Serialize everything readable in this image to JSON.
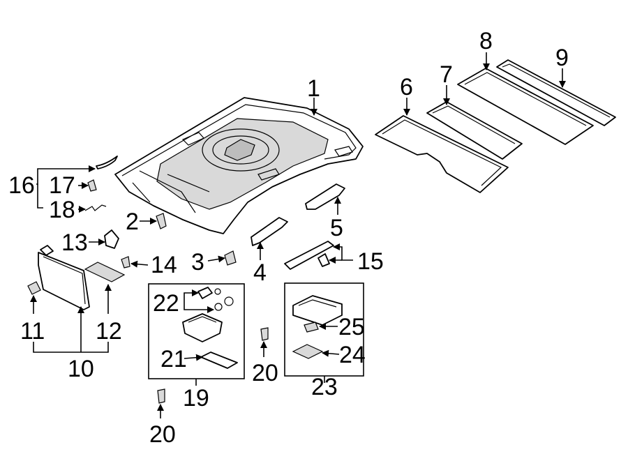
{
  "callouts": {
    "c1": "1",
    "c2": "2",
    "c3": "3",
    "c4": "4",
    "c5": "5",
    "c6": "6",
    "c7": "7",
    "c8": "8",
    "c9": "9",
    "c10": "10",
    "c11": "11",
    "c12": "12",
    "c13": "13",
    "c14": "14",
    "c15": "15",
    "c16": "16",
    "c17": "17",
    "c18": "18",
    "c19": "19",
    "c20a": "20",
    "c20b": "20",
    "c21": "21",
    "c22": "22",
    "c23": "23",
    "c24": "24",
    "c25": "25"
  }
}
